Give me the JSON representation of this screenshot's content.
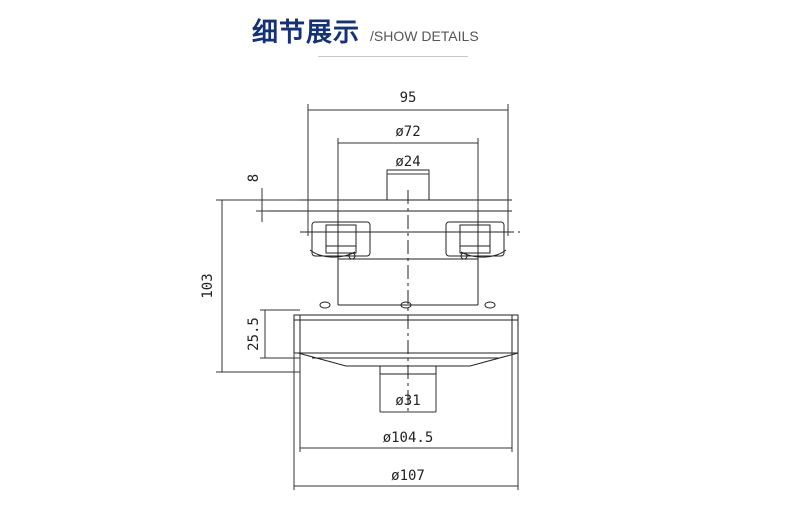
{
  "header": {
    "title": "细节展示",
    "subtitle": "/SHOW DETAILS"
  },
  "drawing": {
    "dims": {
      "overall_width": "95",
      "housing_diameter": "ø72",
      "shaft_diameter": "ø24",
      "top_offset": "8",
      "total_height": "103",
      "flange_height": "25.5",
      "outlet_diameter": "ø31",
      "fan_diameter": "ø104.5",
      "outer_diameter": "ø107"
    }
  }
}
